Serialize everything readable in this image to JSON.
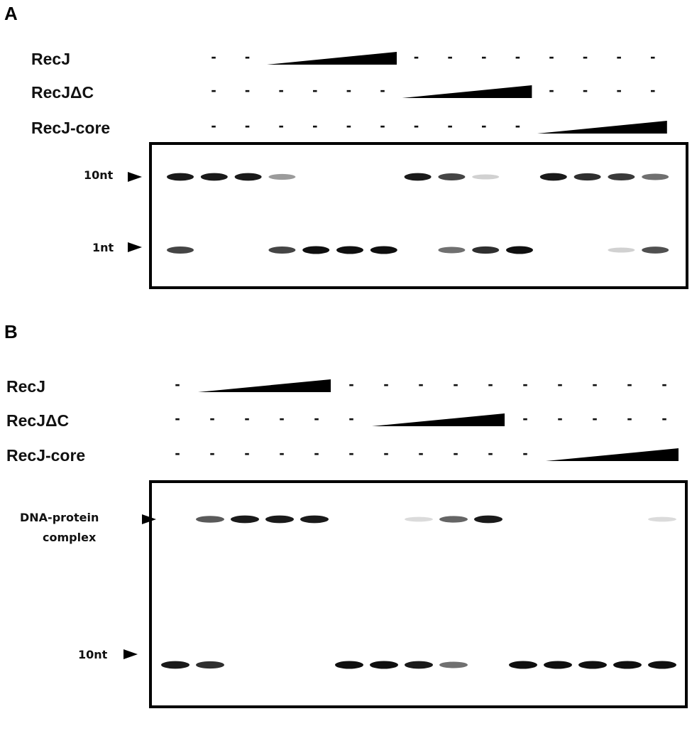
{
  "panels": [
    {
      "id": "A",
      "letter": "A",
      "rows": [
        {
          "label": "RecJ",
          "marks": [
            "-",
            "-",
            "ramp",
            "ramp",
            "ramp",
            "ramp",
            "-",
            "-",
            "-",
            "-",
            "-",
            "-",
            "-",
            "-"
          ]
        },
        {
          "label": "RecJΔC",
          "marks": [
            "-",
            "-",
            "-",
            "-",
            "-",
            "-",
            "ramp",
            "ramp",
            "ramp",
            "ramp",
            "-",
            "-",
            "-",
            "-"
          ]
        },
        {
          "label": "RecJ-core",
          "marks": [
            "-",
            "-",
            "-",
            "-",
            "-",
            "-",
            "-",
            "-",
            "-",
            "-",
            "ramp",
            "ramp",
            "ramp",
            "ramp"
          ]
        }
      ],
      "band_labels": [
        "10nt",
        "1nt"
      ],
      "bands": {
        "upper": [
          0.95,
          0.95,
          0.95,
          0.35,
          0,
          0,
          0,
          0.95,
          0.75,
          0.1,
          0,
          0.95,
          0.85,
          0.8,
          0.55
        ],
        "lower": [
          0.75,
          0,
          0,
          0.75,
          1,
          1,
          1,
          0,
          0.55,
          0.85,
          1,
          0,
          0,
          0.1,
          0.7
        ]
      }
    },
    {
      "id": "B",
      "letter": "B",
      "rows": [
        {
          "label": "RecJ",
          "marks": [
            "-",
            "ramp",
            "ramp",
            "ramp",
            "ramp",
            "-",
            "-",
            "-",
            "-",
            "-",
            "-",
            "-",
            "-",
            "-",
            "-"
          ]
        },
        {
          "label": "RecJΔC",
          "marks": [
            "-",
            "-",
            "-",
            "-",
            "-",
            "-",
            "ramp",
            "ramp",
            "ramp",
            "ramp",
            "-",
            "-",
            "-",
            "-",
            "-"
          ]
        },
        {
          "label": "RecJ-core",
          "marks": [
            "-",
            "-",
            "-",
            "-",
            "-",
            "-",
            "-",
            "-",
            "-",
            "-",
            "-",
            "ramp",
            "ramp",
            "ramp",
            "ramp"
          ]
        }
      ],
      "band_labels": [
        "DNA-protein",
        "complex",
        "10nt"
      ],
      "bands": {
        "upper": [
          0,
          0.65,
          0.95,
          0.95,
          0.95,
          0,
          0,
          0.05,
          0.6,
          0.95,
          0,
          0,
          0,
          0,
          0.05
        ],
        "lower": [
          0.95,
          0.85,
          0,
          0,
          0,
          1,
          1,
          0.95,
          0.55,
          0,
          1,
          1,
          1,
          1,
          1
        ]
      }
    }
  ]
}
